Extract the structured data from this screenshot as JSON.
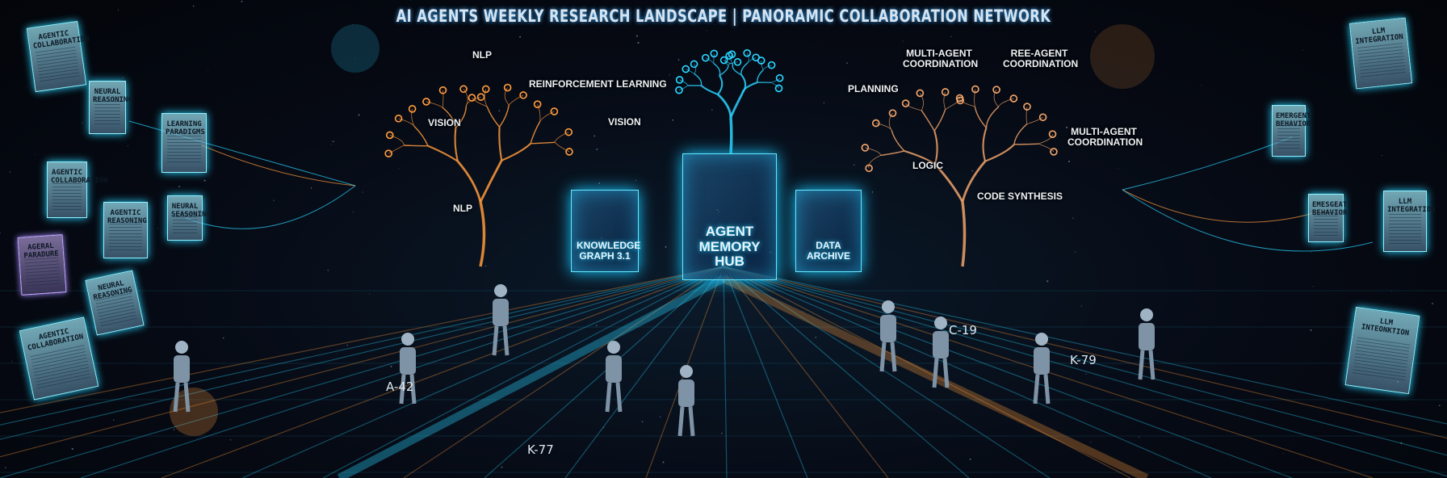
{
  "title": "AI AGENTS WEEKLY RESEARCH LANDSCAPE | PANORAMIC COLLABORATION NETWORK",
  "colors": {
    "cyan": "#2ad4ff",
    "orange": "#ff9a3c",
    "purple": "#a48cff",
    "background": "#05080f"
  },
  "left_documents": [
    {
      "title": "AGENTIC COLLABORATION"
    },
    {
      "title": "NEURAL REASONING"
    },
    {
      "title": "LEARNING PARADIGMS"
    },
    {
      "title": "AGENTIC COLLABORATION"
    },
    {
      "title": "AGENTIC REASONING"
    },
    {
      "title": "NEURAL SEASONING"
    },
    {
      "title": "AGERAL PARADURE"
    },
    {
      "title": "NEURAL REASONING"
    },
    {
      "title": "AGENTIC COLLABORATION"
    }
  ],
  "right_documents": [
    {
      "title": "LLM INTEGRATION"
    },
    {
      "title": "EMERGENT BEHAVIOR"
    },
    {
      "title": "EMESGEAT BEHAVIOR"
    },
    {
      "title": "LLM INTEGRATION"
    },
    {
      "title": "LLM INTEONKTION"
    }
  ],
  "left_tree_labels": [
    "NLP",
    "REINFORCEMENT LEARNING",
    "VISION",
    "VISION",
    "NLP"
  ],
  "right_tree_labels": [
    "MULTI-AGENT COORDINATION",
    "REE-AGENT COORDINATION",
    "PLANNING",
    "MULTI-AGENT COORDINATION",
    "LOGIC",
    "CODE SYNTHESIS"
  ],
  "hubs": {
    "knowledge_graph": "KNOWLEDGE GRAPH 3.1",
    "memory_hub": "AGENT MEMORY HUB",
    "data_archive": "DATA ARCHIVE"
  },
  "agents": [
    "A-42",
    "K-77",
    "C-19",
    "K-79"
  ]
}
